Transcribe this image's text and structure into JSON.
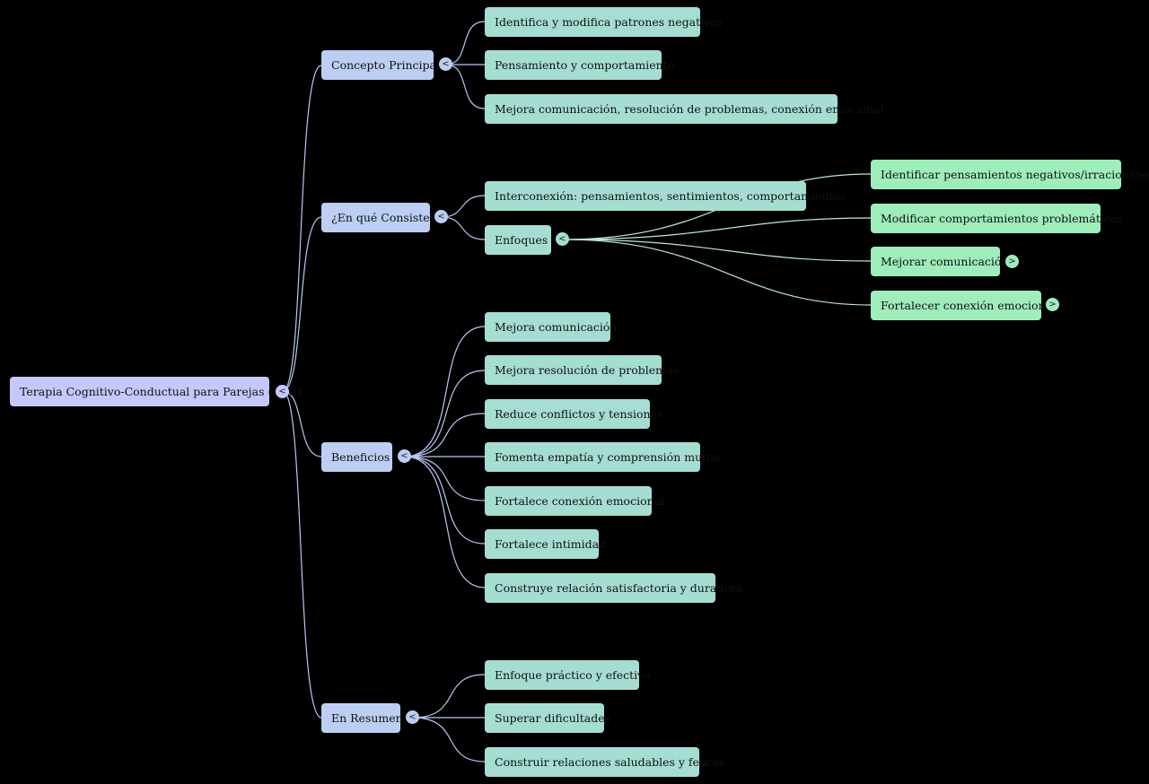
{
  "mindmap": {
    "root": {
      "label": "Terapia Cognitivo-Conductual para Parejas (TCC)",
      "collapse_symbol": "<",
      "children": [
        {
          "label": "Concepto Principal",
          "collapse_symbol": "<",
          "children": [
            {
              "label": "Identifica y modifica patrones negativos"
            },
            {
              "label": "Pensamiento y comportamiento"
            },
            {
              "label": "Mejora comunicación, resolución de problemas, conexión emocional"
            }
          ]
        },
        {
          "label": "¿En qué Consiste?",
          "collapse_symbol": "<",
          "children": [
            {
              "label": "Interconexión: pensamientos, sentimientos, comportamientos"
            },
            {
              "label": "Enfoques",
              "collapse_symbol": "<",
              "children": [
                {
                  "label": "Identificar pensamientos negativos/irracionales"
                },
                {
                  "label": "Modificar comportamientos problemáticos"
                },
                {
                  "label": "Mejorar comunicación",
                  "expand_symbol": ">"
                },
                {
                  "label": "Fortalecer conexión emocional",
                  "expand_symbol": ">"
                }
              ]
            }
          ]
        },
        {
          "label": "Beneficios",
          "collapse_symbol": "<",
          "children": [
            {
              "label": "Mejora comunicación"
            },
            {
              "label": "Mejora resolución de problemas"
            },
            {
              "label": "Reduce conflictos y tensiones"
            },
            {
              "label": "Fomenta empatía y comprensión mutua"
            },
            {
              "label": "Fortalece conexión emocional"
            },
            {
              "label": "Fortalece intimidad"
            },
            {
              "label": "Construye relación satisfactoria y duradera"
            }
          ]
        },
        {
          "label": "En Resumen",
          "collapse_symbol": "<",
          "children": [
            {
              "label": "Enfoque práctico y efectivo"
            },
            {
              "label": "Superar dificultades"
            },
            {
              "label": "Construir relaciones saludables y felices"
            }
          ]
        }
      ]
    },
    "colors": {
      "background": "#000000",
      "edge": "#b8c8f0",
      "edge_level3": "#bfe6d8",
      "root": "#c5c8fb",
      "level1": "#bccff2",
      "level2": "#a6ddd3",
      "level3": "#9eedbb"
    }
  }
}
